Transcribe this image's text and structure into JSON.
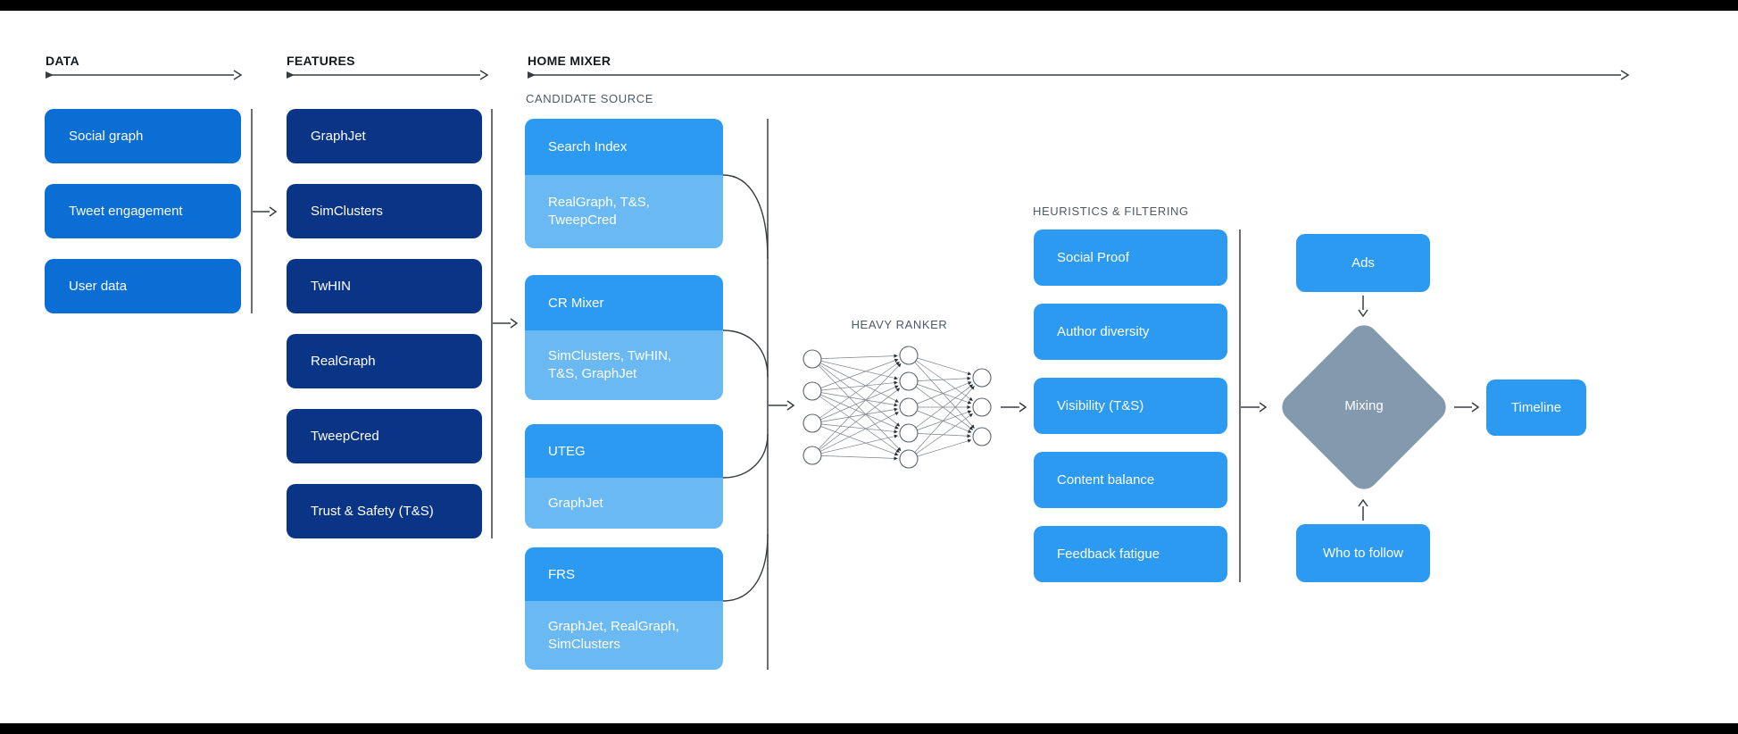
{
  "palette": {
    "bar_black": "#000000",
    "data_blue": "#0b6ed5",
    "features_navy": "#0a3586",
    "bright_blue": "#2b9af0",
    "light_blue": "#6bb9f3",
    "diamond_gray": "#8399ad",
    "header_text": "#15191d",
    "sublabel_text": "#4d5966",
    "line_color": "#383d42"
  },
  "headers": {
    "data": "DATA",
    "features": "FEATURES",
    "home_mixer": "HOME MIXER"
  },
  "sublabels": {
    "candidate_source": "CANDIDATE SOURCE",
    "heavy_ranker": "HEAVY RANKER",
    "heuristics": "HEURISTICS & FILTERING"
  },
  "data_column": {
    "items": [
      "Social graph",
      "Tweet engagement",
      "User data"
    ]
  },
  "features_column": {
    "items": [
      "GraphJet",
      "SimClusters",
      "TwHIN",
      "RealGraph",
      "TweepCred",
      "Trust & Safety (T&S)"
    ]
  },
  "candidate_sources": [
    {
      "source": "Search Index",
      "features": "RealGraph, T&S,\nTweepCred"
    },
    {
      "source": "CR Mixer",
      "features": "SimClusters, TwHIN,\nT&S, GraphJet"
    },
    {
      "source": "UTEG",
      "features": "GraphJet"
    },
    {
      "source": "FRS",
      "features": "GraphJet, RealGraph,\nSimClusters"
    }
  ],
  "heuristics": {
    "items": [
      "Social Proof",
      "Author diversity",
      "Visibility (T&S)",
      "Content balance",
      "Feedback fatigue"
    ]
  },
  "mixing_stage": {
    "ads": "Ads",
    "mixing": "Mixing",
    "who_to_follow": "Who to follow",
    "timeline": "Timeline"
  }
}
